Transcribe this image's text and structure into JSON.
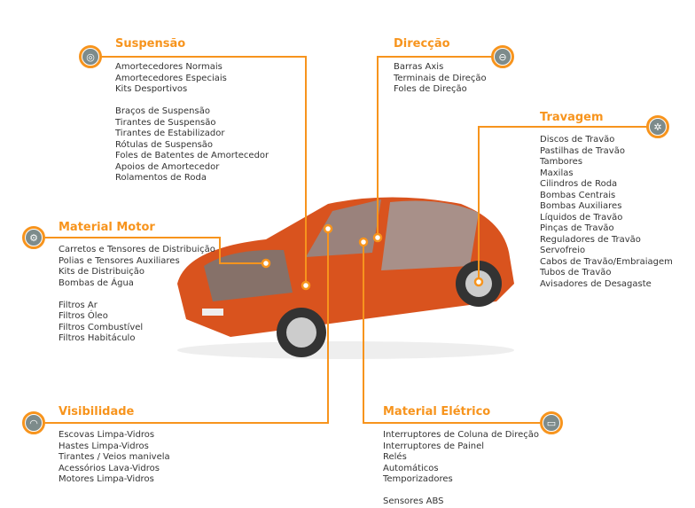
{
  "accent": "#f7941d",
  "sections": {
    "suspensao": {
      "title": "Suspensão",
      "icon": "wheel-icon",
      "group1": [
        "Amortecedores Normais",
        "Amortecedores Especiais",
        "Kits Desportivos"
      ],
      "group2": [
        "Braços de Suspensão",
        "Tirantes de Suspensão",
        "Tirantes de Estabilizador",
        "Rótulas de Suspensão",
        "Foles de Batentes de Amortecedor",
        "Apoios de Amortecedor",
        "Rolamentos de Roda"
      ]
    },
    "direccao": {
      "title": "Direcção",
      "icon": "steering-wheel-icon",
      "group1": [
        "Barras Axis",
        "Terminais de Direção",
        "Foles de Direção"
      ]
    },
    "travagem": {
      "title": "Travagem",
      "icon": "brake-disc-icon",
      "group1": [
        "Discos de Travão",
        "Pastilhas de Travão",
        "Tambores",
        "Maxilas",
        "Cilindros de Roda",
        "Bombas Centrais",
        "Bombas Auxiliares",
        "Líquidos de Travão",
        "Pinças de Travão",
        "Reguladores de Travão",
        "Servofreio",
        "Cabos de Travão/Embraiagem",
        "Tubos de Travão",
        "Avisadores de Desagaste"
      ]
    },
    "motor": {
      "title": "Material Motor",
      "icon": "gears-icon",
      "group1": [
        "Carretos e Tensores de Distribuição",
        "Polias e Tensores Auxiliares",
        "Kits de Distribuição",
        "Bombas de Água"
      ],
      "group2": [
        "Filtros Ar",
        "Filtros Óleo",
        "Filtros Combustível",
        "Filtros Habitáculo"
      ]
    },
    "visibilidade": {
      "title": "Visibilidade",
      "icon": "wiper-icon",
      "group1": [
        "Escovas Limpa-Vidros",
        "Hastes Limpa-Vidros",
        "Tirantes / Veios manivela",
        "Acessórios Lava-Vidros",
        "Motores Limpa-Vidros"
      ]
    },
    "eletrico": {
      "title": "Material Elétrico",
      "icon": "battery-icon",
      "group1": [
        "Interruptores de Coluna de Direção",
        "Interruptores de Painel",
        "Relés",
        "Automáticos",
        "Temporizadores"
      ],
      "group2": [
        "Sensores ABS"
      ]
    }
  }
}
